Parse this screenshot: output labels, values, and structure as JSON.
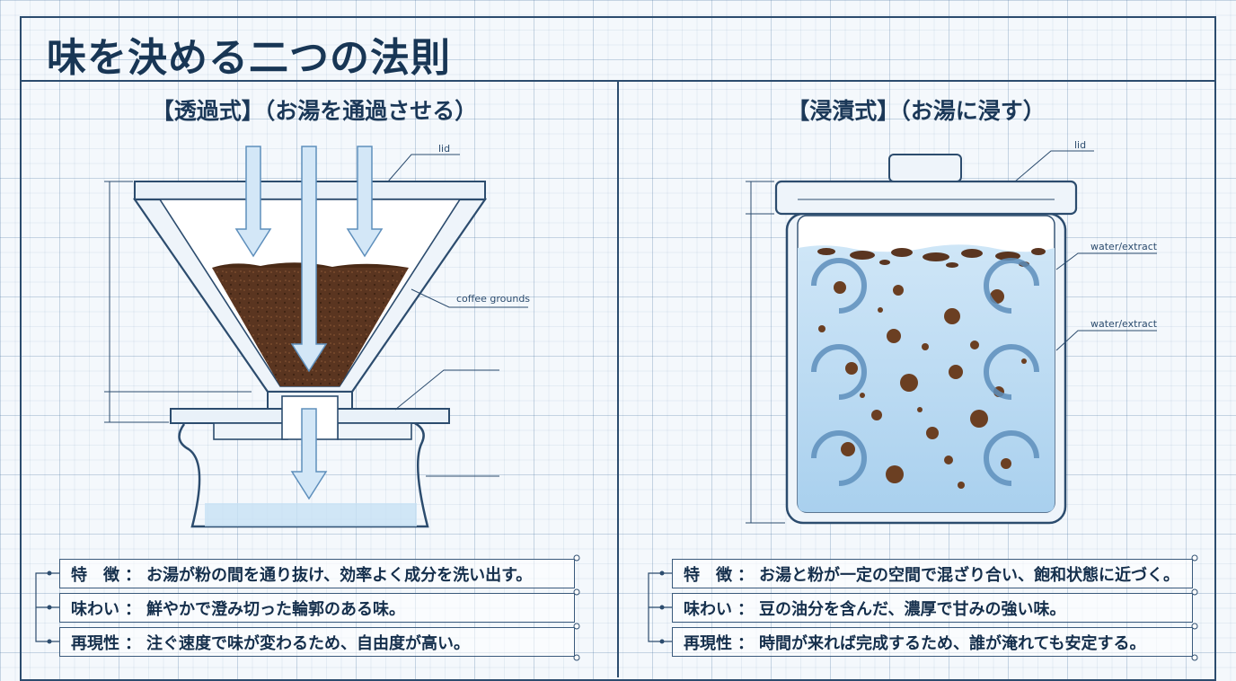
{
  "title": "味を決める二つの法則",
  "left": {
    "heading": "【透過式】（お湯を通過させる）",
    "callouts": {
      "lid": "lid",
      "coffee_grounds": "coffee grounds"
    },
    "notes": [
      {
        "label": "特　徴",
        "text": "お湯が粉の間を通り抜け、効率よく成分を洗い出す。"
      },
      {
        "label": "味わい",
        "text": "鮮やかで澄み切った輪郭のある味。"
      },
      {
        "label": "再現性",
        "text": "注ぐ速度で味が変わるため、自由度が高い。"
      }
    ]
  },
  "right": {
    "heading": "【浸漬式】（お湯に浸す）",
    "callouts": {
      "lid": "lid",
      "water_extract_1": "water/extract",
      "water_extract_2": "water/extract"
    },
    "notes": [
      {
        "label": "特　徴",
        "text": "お湯と粉が一定の空間で混ざり合い、飽和状態に近づく。"
      },
      {
        "label": "味わい",
        "text": "豆の油分を含んだ、濃厚で甘みの強い味。"
      },
      {
        "label": "再現性",
        "text": "時間が来れば完成するため、誰が淹れても安定する。"
      }
    ]
  },
  "colors": {
    "line": "#2c4c6e",
    "grounds": "#5a3520",
    "water": "#bcdcf2",
    "arrow": "#d3e7f7"
  }
}
